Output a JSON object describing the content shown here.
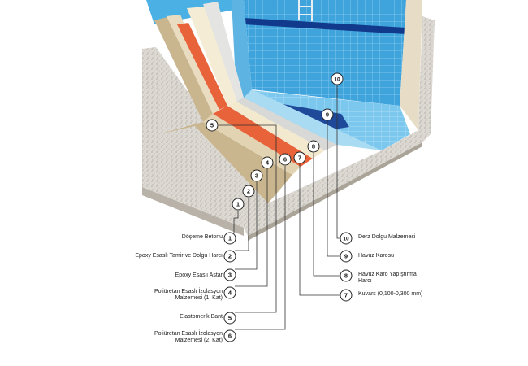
{
  "diagram": {
    "left_labels": [
      {
        "number": "1",
        "text": "Döşeme Betonu"
      },
      {
        "number": "2",
        "text": "Epoxy Esaslı Tamir ve Dolgu Harcı"
      },
      {
        "number": "3",
        "text": "Epoxy Esaslı Astar"
      },
      {
        "number": "4",
        "text": "Poliüretan Esaslı İzolasyon Malzemesi (1. Kat)"
      },
      {
        "number": "5",
        "text": "Elastomerik Bant"
      },
      {
        "number": "6",
        "text": "Poliüretan Esaslı İzolasyon Malzemesi (2. Kat)"
      }
    ],
    "right_labels": [
      {
        "number": "10",
        "text": "Derz Dolgu Malzemesi"
      },
      {
        "number": "9",
        "text": "Havuz Karosu"
      },
      {
        "number": "8",
        "text": "Havuz Karo Yapıştırma Harcı"
      },
      {
        "number": "7",
        "text": "Kuvars (0,100-0,300 mm)"
      }
    ],
    "colors": {
      "concrete": "#d9d4cc",
      "mortar": "#c9b58e",
      "primer": "#e9dcc0",
      "membrane": "#e8623a",
      "quartz": "#f2e9cf",
      "tile": "#3a9cd6",
      "tile_dark": "#123a8c",
      "line": "#333333"
    }
  }
}
